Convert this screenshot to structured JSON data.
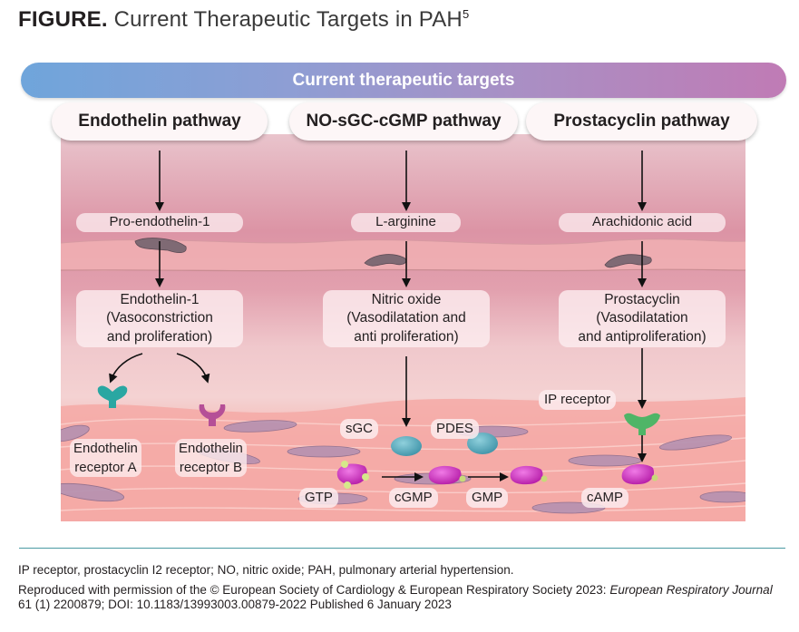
{
  "figure": {
    "title_lead": "FIGURE.",
    "title_rest": "Current Therapeutic Targets in PAH",
    "title_superscript": "5"
  },
  "banner": {
    "label": "Current therapeutic targets"
  },
  "pathways": [
    {
      "name": "Endothelin pathway",
      "precursor": "Pro-endothelin-1",
      "product_lines": [
        "Endothelin-1",
        "(Vasoconstriction",
        "and proliferation)"
      ],
      "receptors": [
        {
          "lines": [
            "Endothelin",
            "receptor A"
          ],
          "icon": "receptor-a-icon",
          "color": "#2aa7a2"
        },
        {
          "lines": [
            "Endothelin",
            "receptor B"
          ],
          "icon": "receptor-b-icon",
          "color": "#b54f97"
        }
      ]
    },
    {
      "name": "NO-sGC-cGMP pathway",
      "precursor": "L-arginine",
      "product_lines": [
        "Nitric oxide",
        "(Vasodilatation and",
        "anti proliferation)"
      ],
      "enzymes": [
        "sGC",
        "PDES"
      ],
      "molecules": [
        "GTP",
        "cGMP",
        "GMP"
      ]
    },
    {
      "name": "Prostacyclin pathway",
      "precursor": "Arachidonic acid",
      "product_lines": [
        "Prostacyclin",
        "(Vasodilatation",
        "and antiproliferation)"
      ],
      "receptor": "IP receptor",
      "molecule": "cAMP"
    }
  ],
  "colors": {
    "banner_start": "#6fa5db",
    "banner_end": "#c07bb5",
    "rule": "#4a9aa3",
    "receptor_a": "#2aa7a2",
    "receptor_b": "#b54f97",
    "ip_receptor": "#4fb567",
    "enzyme": "#5aaec0",
    "g_protein": "#d42fc2"
  },
  "footer": {
    "abbreviations": "IP receptor, prostacyclin I2 receptor; NO, nitric oxide; PAH, pulmonary arterial hypertension.",
    "credit_prefix": "Reproduced with permission of the © European Society of Cardiology & European Respiratory Society 2023: ",
    "credit_journal_1": "European",
    "credit_journal_2": "Respiratory Journal",
    "credit_suffix": " 61 (1) 2200879; DOI: 10.1183/13993003.00879-2022 Published 6 January 2023"
  }
}
